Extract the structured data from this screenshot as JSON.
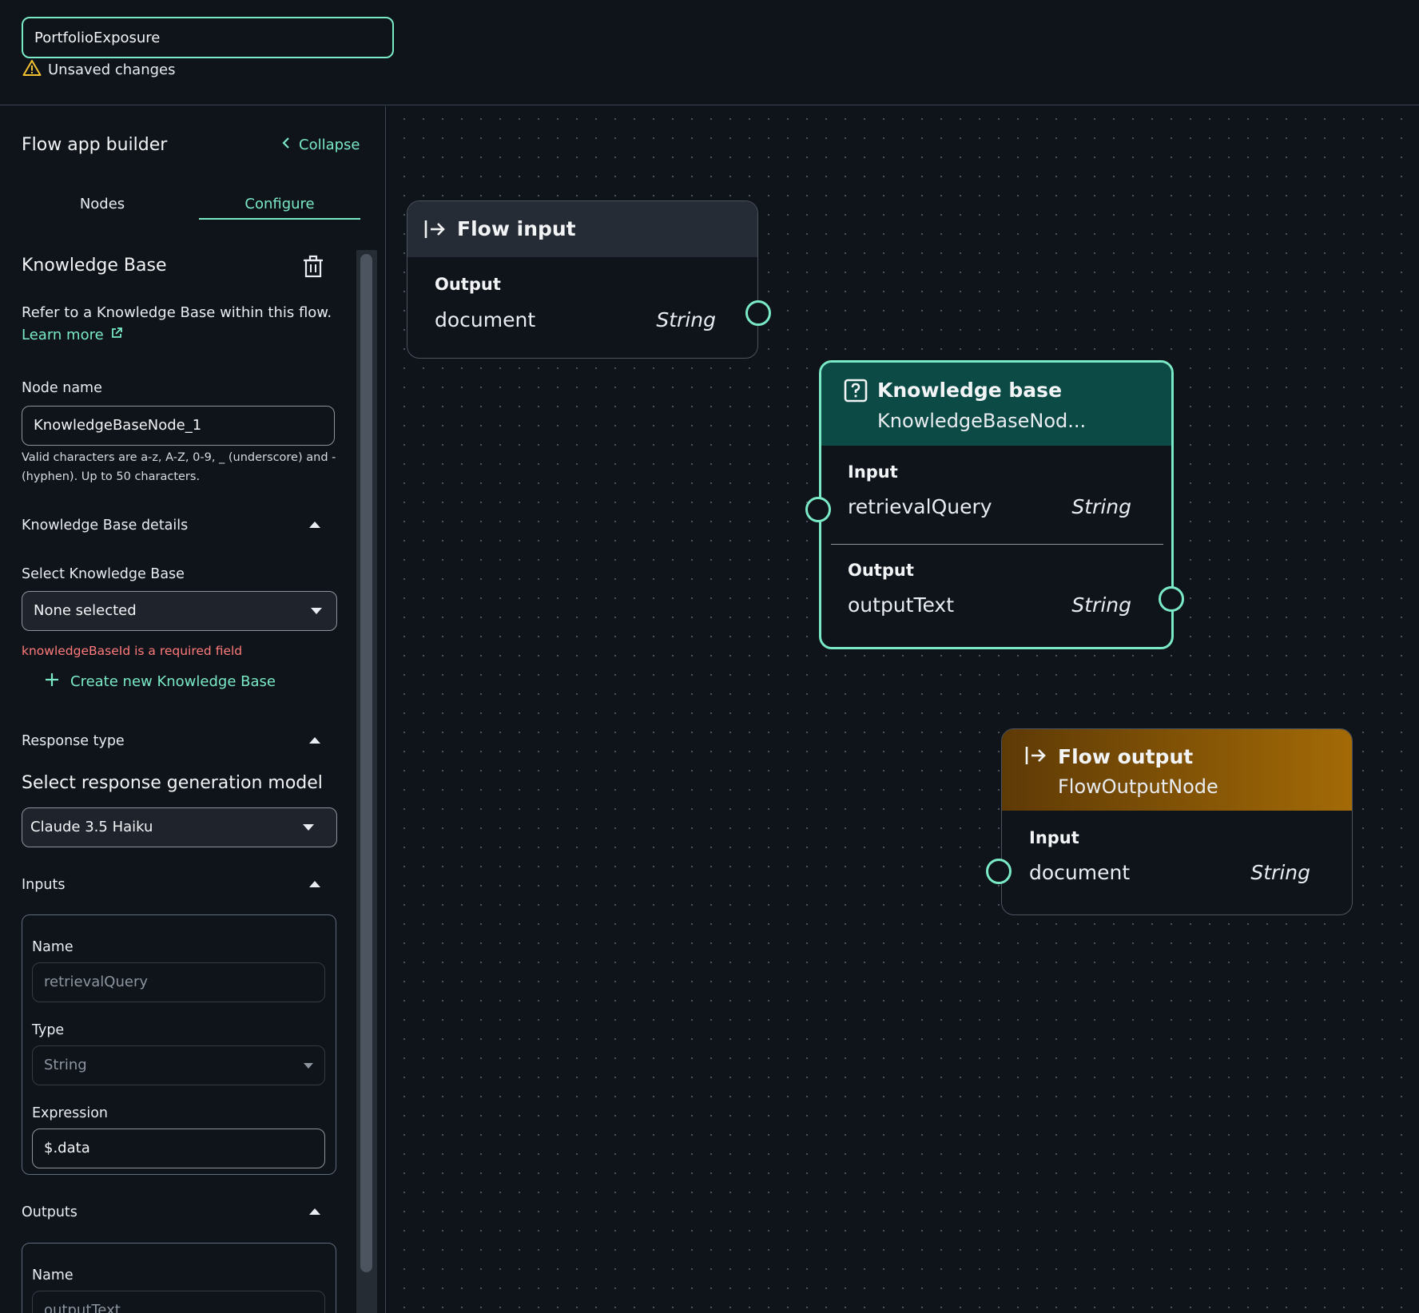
{
  "flow": {
    "name_value": "PortfolioExposure",
    "status": "Unsaved changes"
  },
  "sidebar": {
    "title": "Flow app builder",
    "collapse_label": "Collapse",
    "tabs": [
      {
        "label": "Nodes",
        "active": false
      },
      {
        "label": "Configure",
        "active": true
      }
    ],
    "section_title": "Knowledge Base",
    "description": "Refer to a Knowledge Base within this flow.",
    "learn_more": "Learn more",
    "node_name_label": "Node name",
    "node_name_value": "KnowledgeBaseNode_1",
    "node_name_hint": "Valid characters are a-z, A-Z, 0-9, _ (underscore) and - (hyphen). Up to 50 characters.",
    "kb_details_label": "Knowledge Base details",
    "select_kb_label": "Select Knowledge Base",
    "select_kb_value": "None selected",
    "kb_error": "knowledgeBaseId is a required field",
    "create_kb_label": "Create new Knowledge Base",
    "response_type_label": "Response type",
    "model_label": "Select response generation model",
    "model_value": "Claude 3.5 Haiku",
    "inputs_label": "Inputs",
    "input_item": {
      "name_label": "Name",
      "name_value": "retrievalQuery",
      "type_label": "Type",
      "type_value": "String",
      "expression_label": "Expression",
      "expression_value": "$.data"
    },
    "outputs_label": "Outputs",
    "output_item": {
      "name_label": "Name",
      "name_value": "outputText"
    }
  },
  "canvas": {
    "flow_input": {
      "title": "Flow input",
      "output_label": "Output",
      "port_name": "document",
      "port_type": "String"
    },
    "knowledge_base": {
      "title": "Knowledge base",
      "subtitle": "KnowledgeBaseNod...",
      "input_label": "Input",
      "input_name": "retrievalQuery",
      "input_type": "String",
      "output_label": "Output",
      "output_name": "outputText",
      "output_type": "String"
    },
    "flow_output": {
      "title": "Flow output",
      "subtitle": "FlowOutputNode",
      "input_label": "Input",
      "input_name": "document",
      "input_type": "String"
    }
  },
  "colors": {
    "accent": "#7aeac6",
    "error": "#ff7a7a",
    "warning": "#f2c230",
    "kb_header": "#0b4a45",
    "output_header_start": "#5e3a06",
    "output_header_end": "#a36a06"
  },
  "icons": {
    "warning": "warning-triangle-icon",
    "collapse": "chevron-left-icon",
    "delete": "trash-icon",
    "external": "external-link-icon",
    "add": "plus-icon",
    "flow_input": "arrow-right-from-bar-icon",
    "knowledge_base": "question-box-icon",
    "flow_output": "arrow-right-from-bar-icon"
  }
}
